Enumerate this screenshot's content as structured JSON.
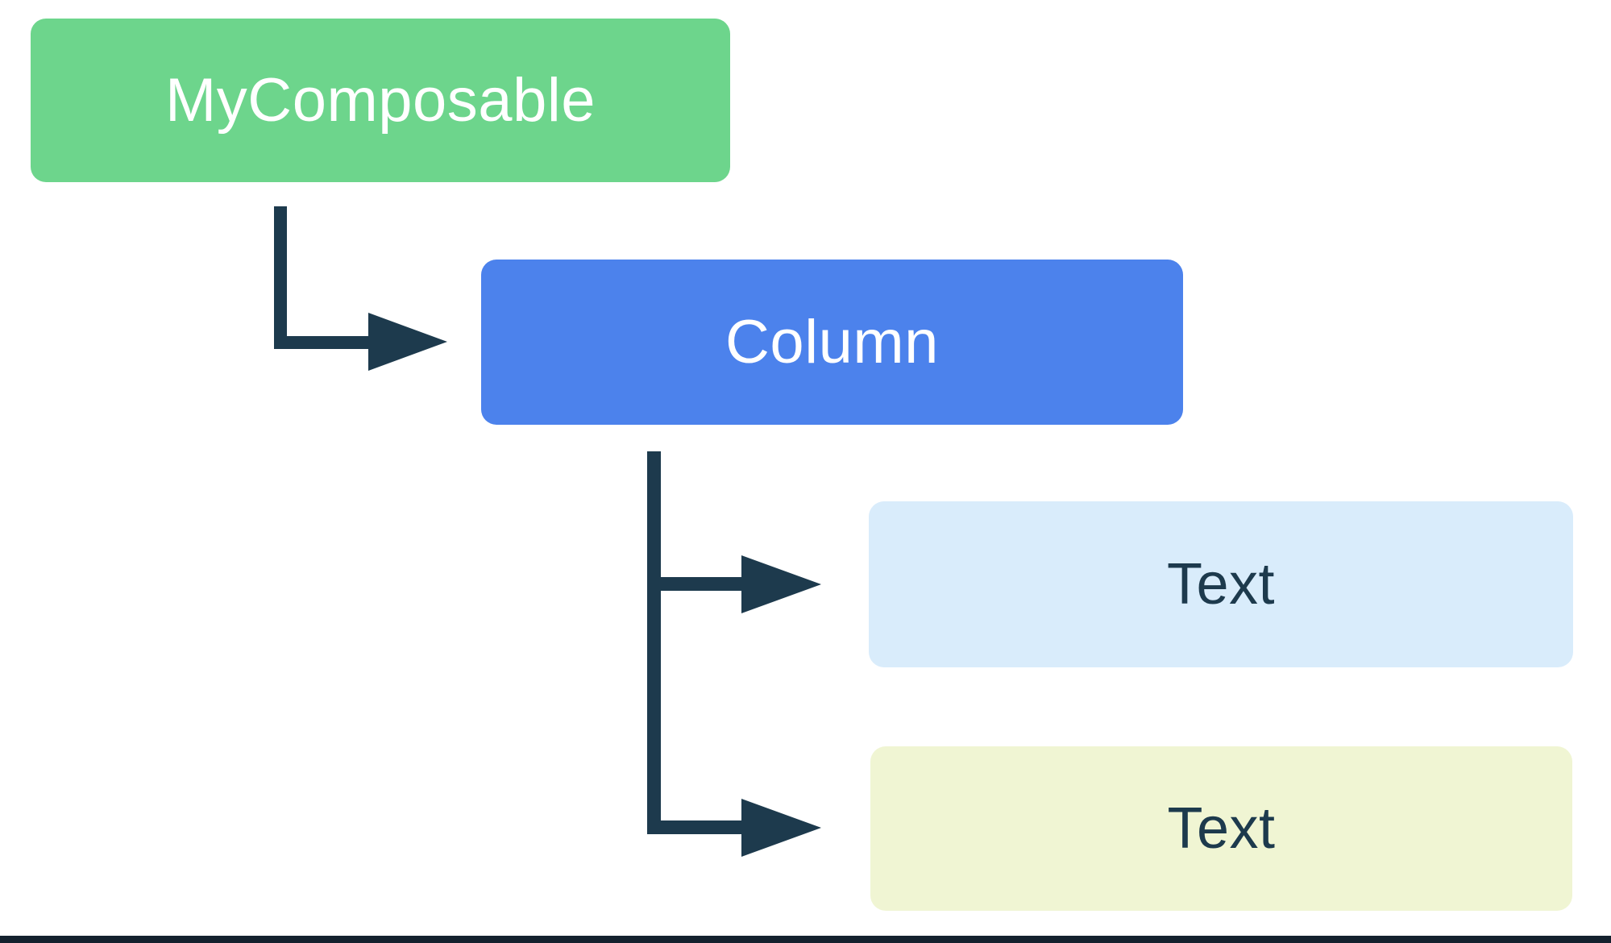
{
  "diagram": {
    "background": "#ffffff",
    "connector_color": "#1d3a4d",
    "bottom_border_color": "#14212e",
    "nodes": [
      {
        "id": "mycomposable",
        "label": "MyComposable",
        "color": "#6dd58c",
        "text_color": "#ffffff"
      },
      {
        "id": "column",
        "label": "Column",
        "color": "#4c82ec",
        "text_color": "#ffffff"
      },
      {
        "id": "text-1",
        "label": "Text",
        "color": "#d9ecfb",
        "text_color": "#1d3a4d"
      },
      {
        "id": "text-2",
        "label": "Text",
        "color": "#f0f5d3",
        "text_color": "#1d3a4d"
      }
    ],
    "edges": [
      {
        "from": "mycomposable",
        "to": "column"
      },
      {
        "from": "column",
        "to": "text-1"
      },
      {
        "from": "column",
        "to": "text-2"
      }
    ]
  }
}
